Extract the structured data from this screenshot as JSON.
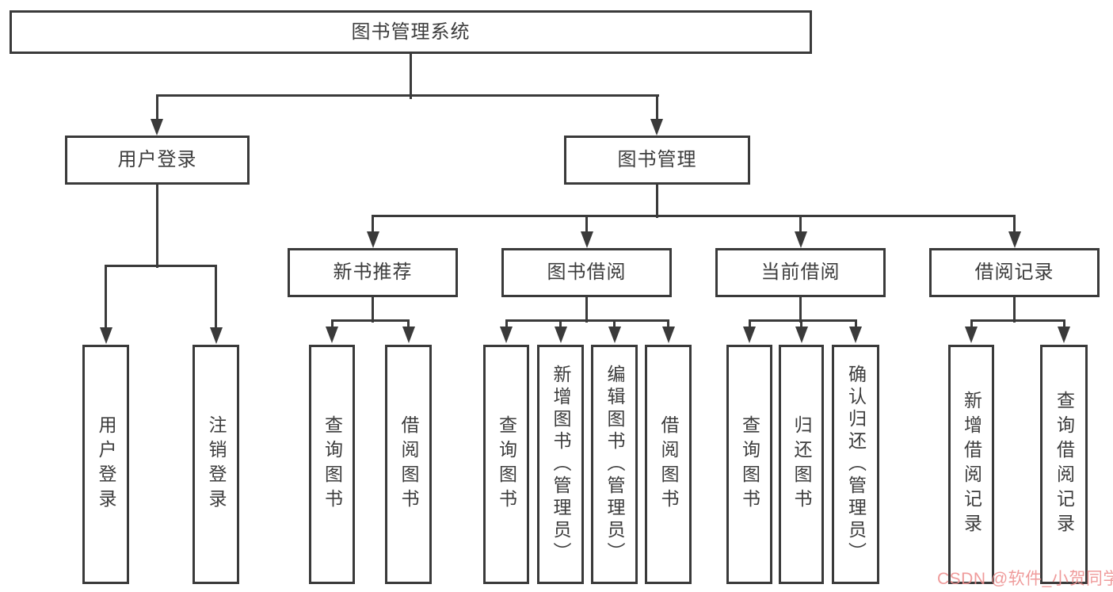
{
  "diagram": {
    "root": {
      "label": "图书管理系统"
    },
    "branches": [
      {
        "label": "用户登录",
        "children": [
          {
            "label": "用户登录"
          },
          {
            "label": "注销登录"
          }
        ]
      },
      {
        "label": "图书管理",
        "children": [
          {
            "label": "新书推荐",
            "children": [
              {
                "label": "查询图书"
              },
              {
                "label": "借阅图书"
              }
            ]
          },
          {
            "label": "图书借阅",
            "children": [
              {
                "label": "查询图书"
              },
              {
                "label": "新增图书（管理员）"
              },
              {
                "label": "编辑图书（管理员）"
              },
              {
                "label": "借阅图书"
              }
            ]
          },
          {
            "label": "当前借阅",
            "children": [
              {
                "label": "查询图书"
              },
              {
                "label": "归还图书"
              },
              {
                "label": "确认归还（管理员）"
              }
            ]
          },
          {
            "label": "借阅记录",
            "children": [
              {
                "label": "新增借阅记录"
              },
              {
                "label": "查询借阅记录"
              }
            ]
          }
        ]
      }
    ]
  },
  "watermark": {
    "text": "CSDN @软件_小贺同学",
    "color": "#ee9191"
  },
  "colors": {
    "line": "#3a3a3a",
    "text": "#3c3c3c",
    "background": "#ffffff"
  }
}
